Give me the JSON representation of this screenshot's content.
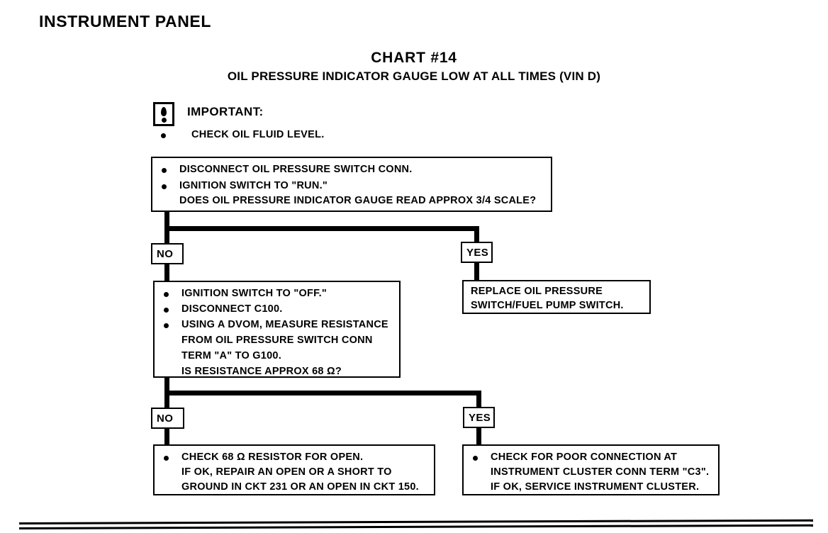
{
  "page": {
    "section_title": "INSTRUMENT PANEL",
    "chart_number": "CHART #14",
    "chart_subtitle": "OIL PRESSURE INDICATOR GAUGE LOW AT ALL TIMES (VIN D)"
  },
  "important": {
    "icon": "exclamation-in-box-icon",
    "label": "IMPORTANT:",
    "bullet": "CHECK OIL FLUID LEVEL."
  },
  "flow": {
    "step1": {
      "lines": [
        "DISCONNECT OIL PRESSURE SWITCH CONN.",
        "IGNITION SWITCH TO \"RUN.\"",
        "DOES OIL PRESSURE INDICATOR GAUGE READ APPROX 3/4 SCALE?"
      ]
    },
    "branch1": {
      "no_label": "NO",
      "yes_label": "YES"
    },
    "step2": {
      "lines": [
        "IGNITION SWITCH TO \"OFF.\"",
        "DISCONNECT C100.",
        "USING A DVOM, MEASURE RESISTANCE",
        "FROM OIL PRESSURE SWITCH CONN",
        "TERM \"A\" TO G100.",
        "IS RESISTANCE APPROX 68 Ω?"
      ]
    },
    "result_yes1": {
      "lines": [
        "REPLACE OIL PRESSURE",
        "SWITCH/FUEL PUMP SWITCH."
      ]
    },
    "branch2": {
      "no_label": "NO",
      "yes_label": "YES"
    },
    "result_no2": {
      "lines": [
        "CHECK 68 Ω RESISTOR FOR OPEN.",
        "IF OK, REPAIR AN OPEN OR A SHORT TO",
        "GROUND IN CKT 231 OR AN OPEN IN CKT 150."
      ]
    },
    "result_yes2": {
      "lines": [
        "CHECK FOR POOR CONNECTION AT",
        "INSTRUMENT CLUSTER CONN TERM \"C3\".",
        "IF OK, SERVICE INSTRUMENT CLUSTER."
      ]
    }
  }
}
